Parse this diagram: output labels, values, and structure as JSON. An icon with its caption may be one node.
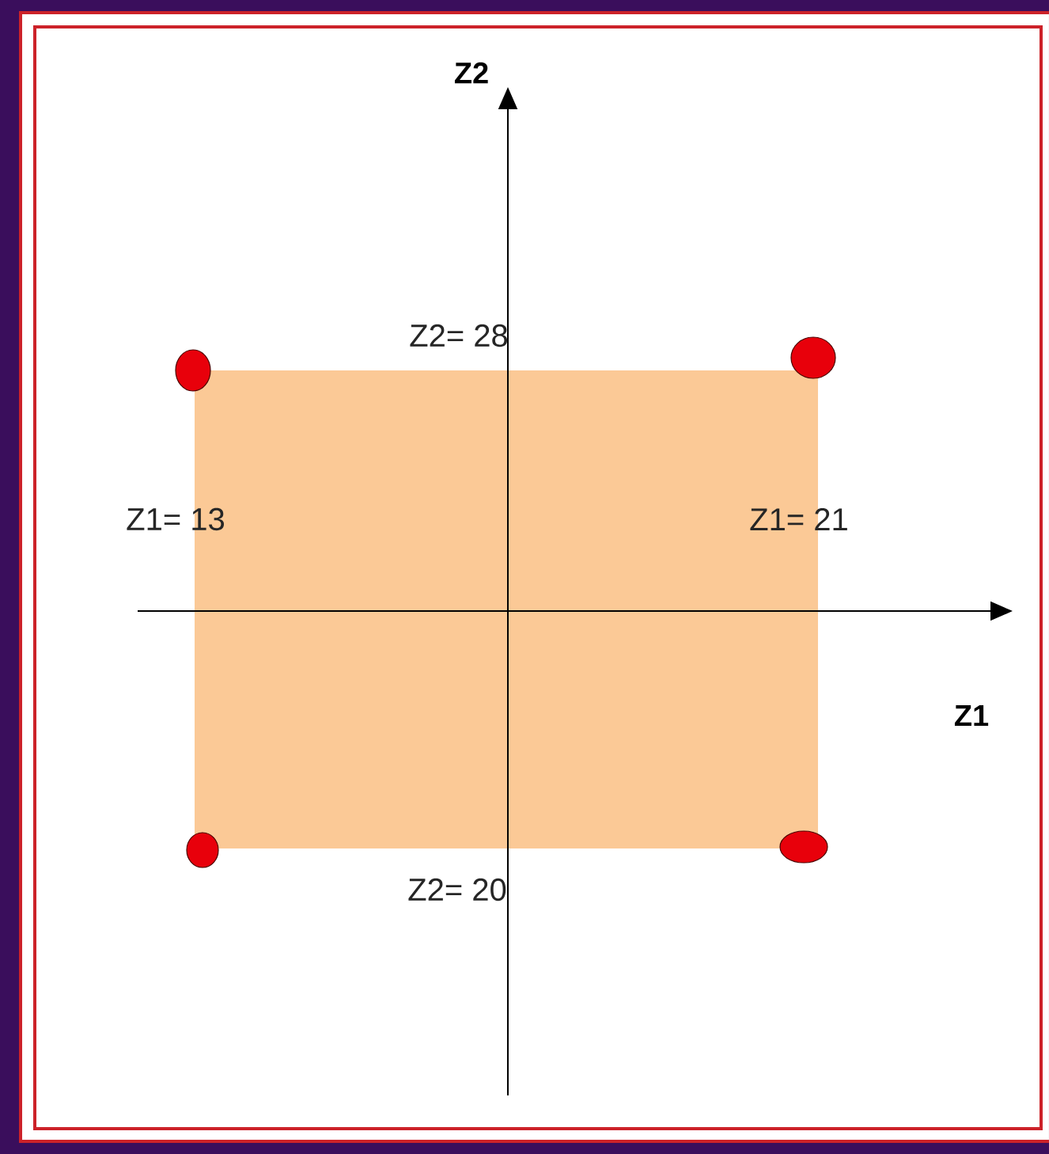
{
  "diagram": {
    "labels": [
      "Z2",
      "Z2= 28",
      "Z1= 13",
      "Z1= 21",
      "Z1",
      "Z2= 20"
    ]
  }
}
